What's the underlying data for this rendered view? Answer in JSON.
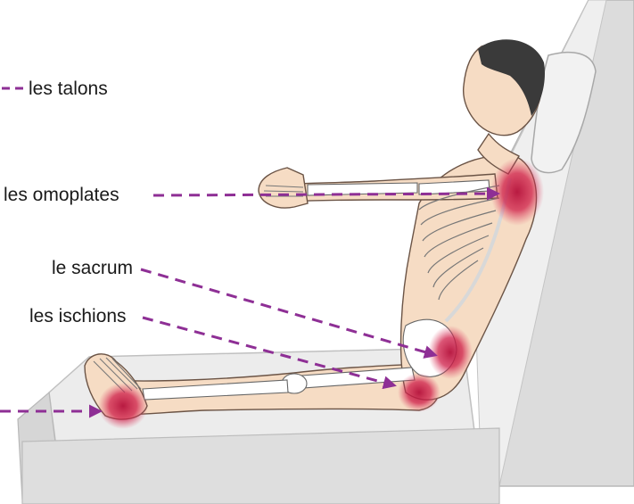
{
  "labels": {
    "talons": "les talons",
    "omoplates": "les omoplates",
    "sacrum": "le sacrum",
    "ischions": "les ischions"
  },
  "colors": {
    "arrow": "#8e2f95",
    "pressure_zone": "#c4123a",
    "skin": "#f6dcc4",
    "bone": "#ffffff",
    "bed": "#e8e8e8",
    "hair": "#3a3a3a"
  }
}
